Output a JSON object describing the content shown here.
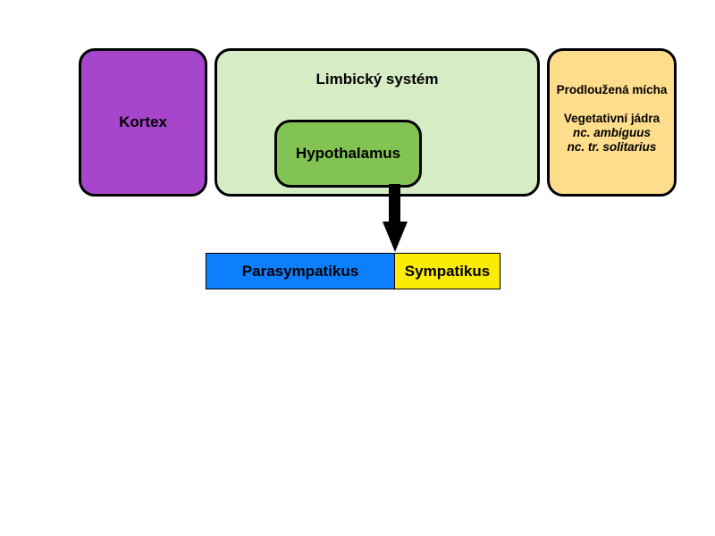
{
  "diagram": {
    "kortex": {
      "label": "Kortex",
      "color": "#a745cc"
    },
    "limbic": {
      "title": "Limbický systém",
      "color": "#d5ecc4"
    },
    "hypothalamus": {
      "label": "Hypothalamus",
      "color": "#82c354"
    },
    "medulla": {
      "title": "Prodloužená mícha",
      "subtitle": "Vegetativní jádra",
      "nucleus1": "nc. ambiguus",
      "nucleus2": "nc. tr. solitarius",
      "color": "#ffdd8c"
    },
    "parasympathetic": {
      "label": "Parasympatikus",
      "color": "#0d7ffc"
    },
    "sympathetic": {
      "label": "Sympatikus",
      "color": "#fbeb05"
    }
  }
}
